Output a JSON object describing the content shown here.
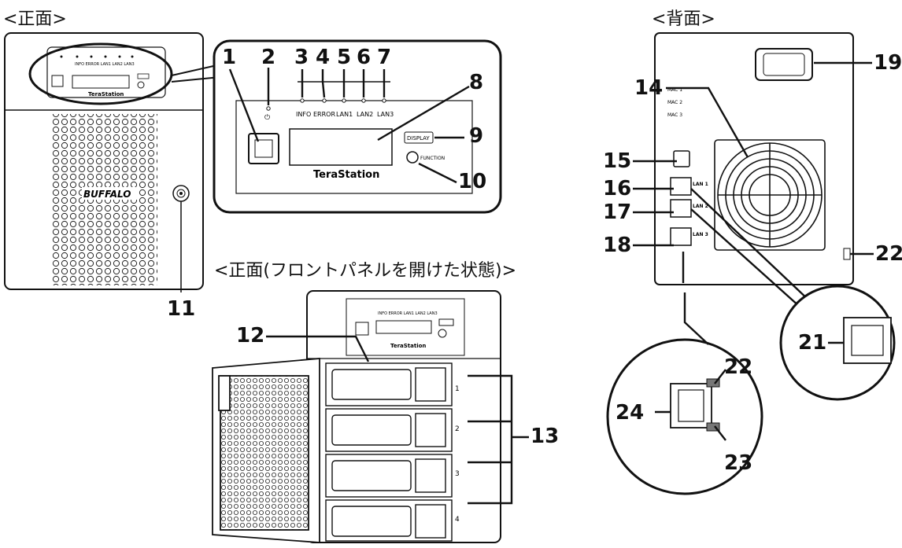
{
  "titles": {
    "front": "<正面>",
    "back": "<背面>",
    "front_open": "<正面(フロントパネルを開けた状態)>"
  },
  "device": {
    "brand_logo": "TeraStation",
    "maker_logo": "BUFFALO",
    "led_labels": [
      "INFO",
      "ERROR",
      "LAN1",
      "LAN2",
      "LAN3"
    ],
    "display_button": "DISPLAY",
    "function_button": "FUNCTION",
    "bay_numbers": [
      "1",
      "2",
      "3",
      "4"
    ],
    "back_port_labels": [
      "LAN 1",
      "LAN 2",
      "LAN 3"
    ],
    "mac_labels": [
      "MAC 1",
      "MAC 2",
      "MAC 3"
    ]
  },
  "callouts": [
    "1",
    "2",
    "3",
    "4",
    "5",
    "6",
    "7",
    "8",
    "9",
    "10",
    "11",
    "12",
    "13",
    "14",
    "15",
    "16",
    "17",
    "18",
    "19",
    "21",
    "22",
    "22",
    "23",
    "24"
  ]
}
